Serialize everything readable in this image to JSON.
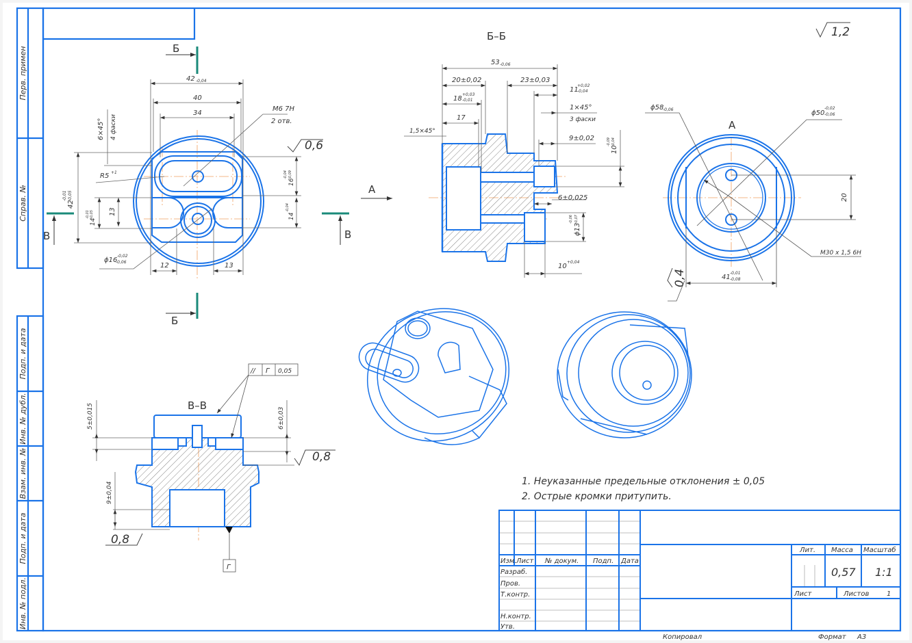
{
  "colors": {
    "outline": "#1a73e8",
    "dimension": "#555555",
    "axis": "#f0a060",
    "cut_mark": "#1a8a7a",
    "paper": "#ffffff"
  },
  "sidebar_labels": {
    "perv_primen": "Перв. примен",
    "sprav_no": "Справ. №",
    "podp_data_1": "Подп. и дата",
    "inv_dubl": "Инв. № дубл.",
    "vzam_inv": "Взам. инв. №",
    "podp_data_2": "Подп. и дата",
    "inv_podl": "Инв. № подл."
  },
  "roughness_general": "1,2",
  "view_front": {
    "section_mark_top": "Б",
    "section_mark_bottom": "Б",
    "section_mark_left": "В",
    "section_mark_right": "В",
    "view_arrow": "А",
    "dims": {
      "d42_top": "42",
      "d42_top_tol": "-0,04",
      "d40": "40",
      "d34": "34",
      "chamfer": "6×45°",
      "chamfer_note": "4 фаски",
      "thread": "М6 7Н",
      "thread_note": "2 отв.",
      "roughness": "0,6",
      "radius": "R5",
      "radius_tol": "+1",
      "d42_left": "42",
      "d42_left_tol_up": "-0,01",
      "d42_left_tol_low": "-0,05",
      "d14_left": "14",
      "d14_left_tol_up": "-0,01",
      "d14_left_tol_low": "-0,05",
      "d13": "13",
      "d16_right": "16",
      "d16_right_tol_up": "-0,04",
      "d16_right_tol_low": "-0,09",
      "d14_right": "14",
      "d14_right_tol": "-0,04",
      "dia16": "ϕ16",
      "dia16_tol_up": "-0,02",
      "dia16_tol_low": "-0,06",
      "d12": "12",
      "d13_bottom": "13"
    }
  },
  "section_bb": {
    "title": "Б–Б",
    "dims": {
      "d53": "53",
      "d53_tol": "-0,06",
      "d20": "20±0,02",
      "d23": "23±0,03",
      "d18": "18",
      "d18_tol_up": "+0,03",
      "d18_tol_low": "-0,01",
      "d11": "11",
      "d11_tol_up": "+0,02",
      "d11_tol_low": "-0,04",
      "chamfer1": "1×45°",
      "chamfer1_note": "3 фаски",
      "d17": "17",
      "chamfer15": "1,5×45°",
      "d9": "9±0,02",
      "d10_side": "10",
      "d10_side_tol_up": "-0,09",
      "d10_side_tol_low": "-0,04",
      "d6": "6±0,025",
      "dia13": "ϕ13",
      "dia13_tol_up": "-0,06",
      "dia13_tol_low": "-0,07",
      "d10_bottom": "10",
      "d10_bottom_tol": "+0,04"
    }
  },
  "view_a": {
    "title": "А",
    "dims": {
      "dia58": "ϕ58",
      "dia58_tol": "-0,06",
      "dia50": "ϕ50",
      "dia50_tol_up": "-0,02",
      "dia50_tol_low": "-0,06",
      "d20": "20",
      "thread": "М30 x 1,5 6Н",
      "d41": "41",
      "d41_tol_up": "-0,01",
      "d41_tol_low": "-0,08",
      "roughness": "0,4"
    }
  },
  "section_vv": {
    "title": "В–В",
    "tolerance_frame": [
      "//",
      "Г",
      "0,05"
    ],
    "datum": "Г",
    "dims": {
      "d5": "5±0,015",
      "d6": "6±0,03",
      "d9": "9±0,04",
      "roughness_right": "0,8",
      "roughness_left": "0,8"
    }
  },
  "notes": [
    "1. Неуказанные предельные отклонения ± 0,05",
    "2. Острые кромки притупить."
  ],
  "title_block": {
    "headers": [
      "Изм.",
      "Лист",
      "№ докум.",
      "Подп.",
      "Дата"
    ],
    "roles": [
      "Разраб.",
      "Пров.",
      "Т.контр.",
      "",
      "Н.контр.",
      "Утв."
    ],
    "lit_label": "Лит.",
    "mass_label": "Масса",
    "scale_label": "Масштаб",
    "mass_value": "0,57",
    "scale_value": "1:1",
    "sheet_label": "Лист",
    "sheets_label": "Листов",
    "sheets_value": "1",
    "copied_label": "Копировал",
    "format_label": "Формат",
    "format_value": "А3"
  }
}
